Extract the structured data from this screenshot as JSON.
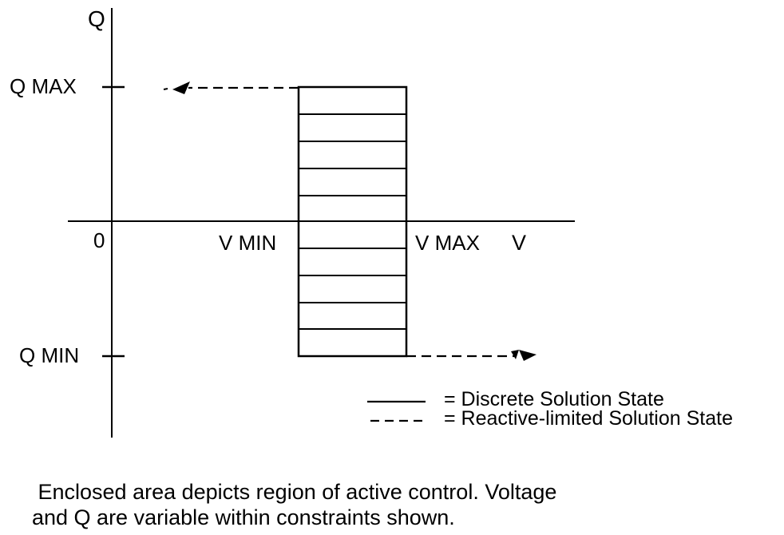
{
  "diagram": {
    "y_axis_label": "Q",
    "x_axis_label": "V",
    "origin_label": "0",
    "q_max_label": "Q MAX",
    "q_min_label": "Q MIN",
    "v_min_label": "V MIN",
    "v_max_label": "V MAX",
    "legend": {
      "solid": "= Discrete Solution State",
      "dashed": "= Reactive-limited Solution State"
    },
    "caption_line1": " Enclosed area depicts region of active control. Voltage",
    "caption_line2": "and Q are variable within constraints shown."
  }
}
